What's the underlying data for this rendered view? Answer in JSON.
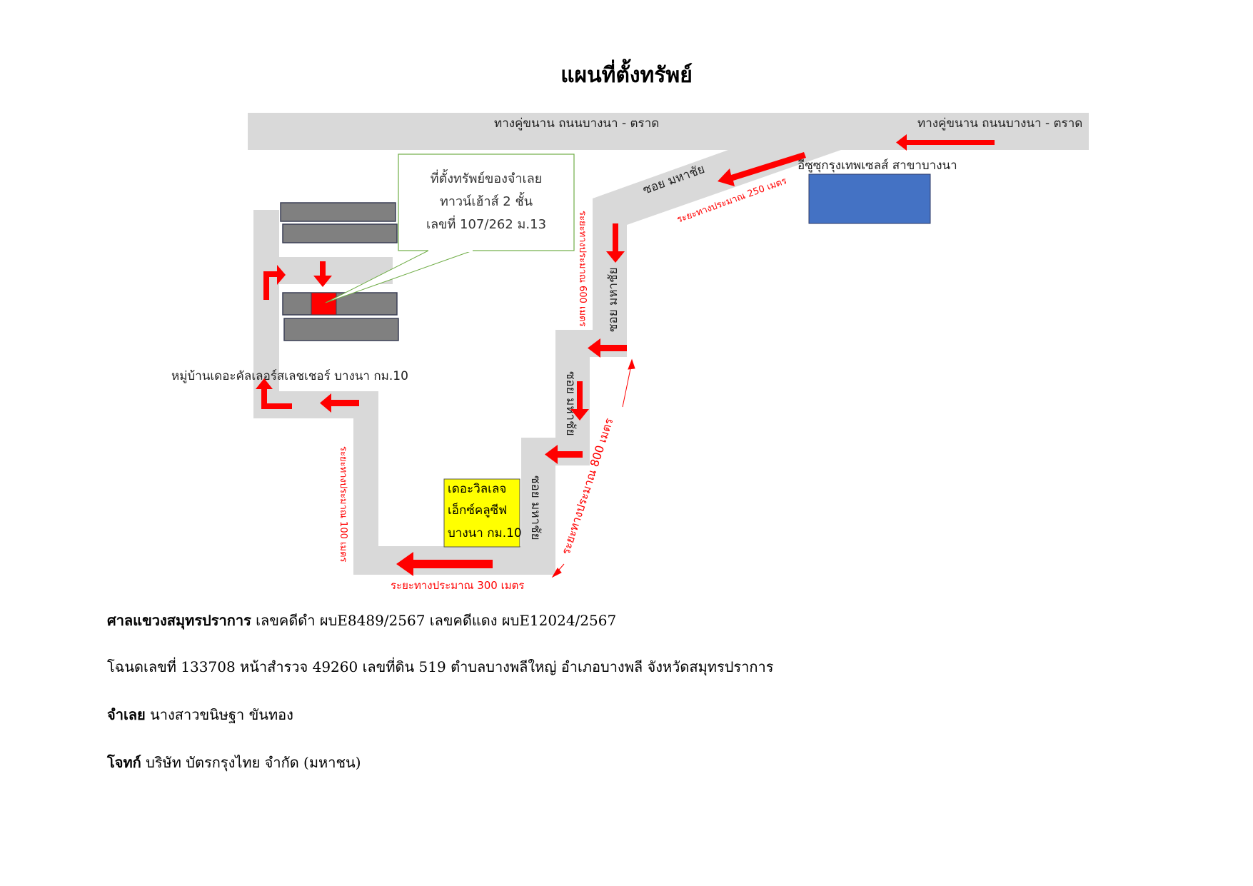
{
  "title": "แผนที่ตั้งทรัพย์",
  "map": {
    "road_top_label_1": "ทางคู่ขนาน ถนนบางนา - ตราด",
    "road_top_label_2": "ทางคู่ขนาน ถนนบางนา - ตราด",
    "landmark_isuzu": "อีซูซุกรุงเทพเซลส์ สาขาบางนา",
    "soi_label_1": "ซอย มหาชัย",
    "soi_label_2": "ซอย มหาชัย",
    "soi_label_3": "ซอย มหาชัย",
    "soi_label_4": "ซอย มหาชัย",
    "distance_250": "ระยะทางประมาณ 250 เมตร",
    "distance_600": "ระยะทางประมาณ 600 เมตร",
    "distance_800": "ระยะทางประมาณ 800 เมตร",
    "distance_100": "ระยะทางประมาณ 100 เมตร",
    "distance_300": "ระยะทางประมาณ 300 เมตร",
    "village_label": "หมู่บ้านเดอะคัลเลอร์สเลชเชอร์ บางนา กม.10",
    "callout": {
      "line1": "ที่ตั้งทรัพย์ของจำเลย",
      "line2": "ทาวน์เฮ้าส์ 2 ชั้น",
      "line3": "เลขที่ 107/262 ม.13"
    },
    "village_box": {
      "line1": "เดอะวิลเลจ",
      "line2": "เอ็กซ์คลูซีฟ",
      "line3": "บางนา กม.10"
    },
    "colors": {
      "road": "#d9d9d9",
      "arrow": "#ff0000",
      "building": "#808080",
      "landmark_box": "#4472c4",
      "village_box": "#ffff00",
      "callout_border": "#70ad47"
    }
  },
  "info": {
    "court_label": "ศาลแขวงสมุทรปราการ",
    "court_text": " เลขคดีดำ ผบE8489/2567 เลขคดีแดง ผบE12024/2567",
    "deed_text": "โฉนดเลขที่ 133708 หน้าสำรวจ 49260 เลขที่ดิน 519 ตำบลบางพลีใหญ่ อำเภอบางพลี จังหวัดสมุทรปราการ",
    "defendant_label": "จำเลย",
    "defendant_text": " นางสาวขนิษฐา ขันทอง",
    "plaintiff_label": "โจทก์",
    "plaintiff_text": " บริษัท บัตรกรุงไทย  จำกัด (มหาชน)"
  }
}
